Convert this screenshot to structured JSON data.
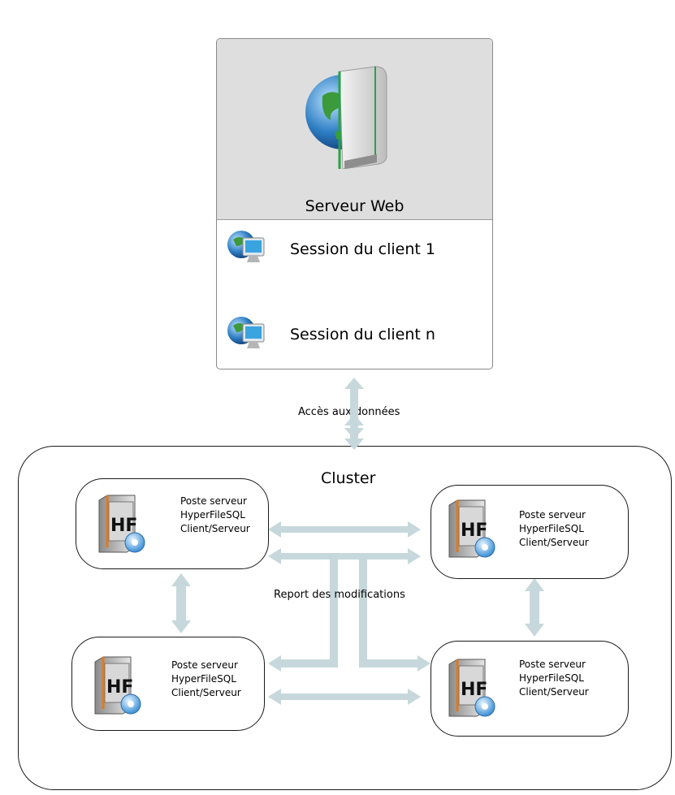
{
  "web_server": {
    "title": "Serveur Web",
    "sessions": [
      {
        "label": "Session du client 1",
        "icon": "globe-monitor-icon"
      },
      {
        "label": "Session du client n",
        "icon": "globe-monitor-icon"
      }
    ],
    "icon": "globe-server-icon"
  },
  "access_label": "Accès aux données",
  "cluster": {
    "title": "Cluster",
    "report_label": "Report des modifications",
    "nodes": [
      {
        "lines": [
          "Poste serveur",
          "HyperFileSQL",
          "Client/Serveur"
        ],
        "icon_text": "HF",
        "icon": "hyperfilesql-icon"
      },
      {
        "lines": [
          "Poste serveur",
          "HyperFileSQL",
          "Client/Serveur"
        ],
        "icon_text": "HF",
        "icon": "hyperfilesql-icon"
      },
      {
        "lines": [
          "Poste serveur",
          "HyperFileSQL",
          "Client/Serveur"
        ],
        "icon_text": "HF",
        "icon": "hyperfilesql-icon"
      },
      {
        "lines": [
          "Poste serveur",
          "HyperFileSQL",
          "Client/Serveur"
        ],
        "icon_text": "HF",
        "icon": "hyperfilesql-icon"
      }
    ]
  },
  "colors": {
    "arrow": "#c6d8db",
    "panel": "#dedede",
    "border": "#1a1a1a"
  }
}
